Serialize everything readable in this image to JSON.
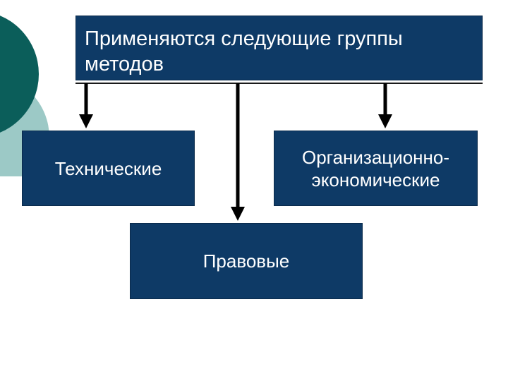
{
  "diagram": {
    "title": "Применяются следующие группы методов",
    "groups": [
      {
        "label_lines": [
          "Технические"
        ]
      },
      {
        "label_lines": [
          "Организационно-",
          "экономические"
        ]
      },
      {
        "label_lines": [
          "Правовые"
        ]
      }
    ]
  },
  "colors": {
    "box_fill": "#0e3a66",
    "text": "#ffffff",
    "arrow": "#000000",
    "decor_dark_teal": "#0b5e5a",
    "decor_light_teal": "#9cc9c6"
  },
  "icons": [
    "decorative-circles"
  ]
}
